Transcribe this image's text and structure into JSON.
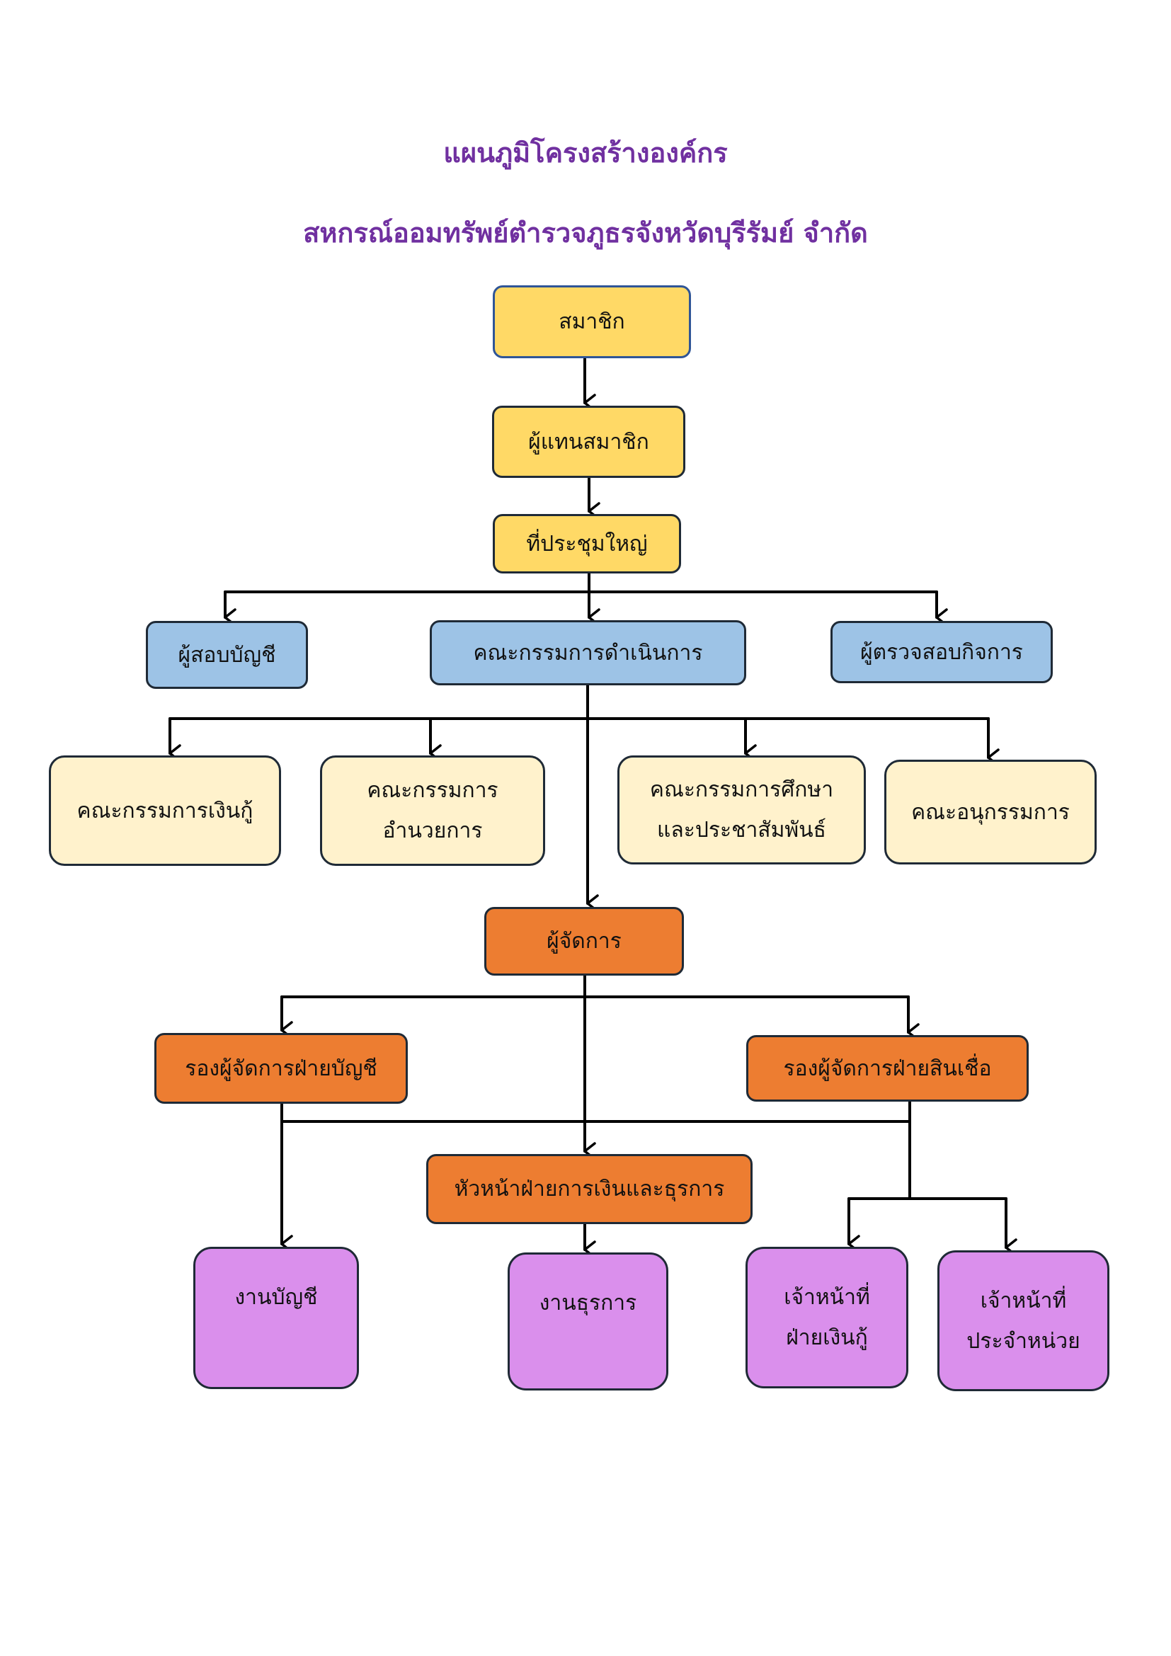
{
  "title": {
    "line1": "แผนภูมิโครงสร้างองค์กร",
    "line2": "สหกรณ์ออมทรัพย์ตำรวจภูธรจังหวัดบุรีรัมย์ จำกัด"
  },
  "boxes": {
    "members": {
      "label": "สมาชิก"
    },
    "member_reps": {
      "label": "ผู้แทนสมาชิก"
    },
    "general_meeting": {
      "label": "ที่ประชุมใหญ่"
    },
    "auditor": {
      "label": "ผู้สอบบัญชี"
    },
    "board": {
      "label": "คณะกรรมการดำเนินการ"
    },
    "inspector": {
      "label": "ผู้ตรวจสอบกิจการ"
    },
    "loan_committee": {
      "label": "คณะกรรมการเงินกู้"
    },
    "admin_committee": {
      "line1": "คณะกรรมการ",
      "line2": "อำนวยการ"
    },
    "education_committee": {
      "line1": "คณะกรรมการศึกษา",
      "line2": "และประชาสัมพันธ์"
    },
    "subcommittee": {
      "label": "คณะอนุกรรมการ"
    },
    "manager": {
      "label": "ผู้จัดการ"
    },
    "deputy_accounting": {
      "label": "รองผู้จัดการฝ่ายบัญชี"
    },
    "deputy_credit": {
      "label": "รองผู้จัดการฝ่ายสินเชื่อ"
    },
    "head_finance": {
      "label": "หัวหน้าฝ่ายการเงินและธุรการ"
    },
    "accounting_work": {
      "label": "งานบัญชี"
    },
    "admin_work": {
      "label": "งานธุรการ"
    },
    "loan_officer": {
      "line1": "เจ้าหน้าที่",
      "line2": "ฝ่ายเงินกู้"
    },
    "unit_officer": {
      "line1": "เจ้าหน้าที่",
      "line2": "ประจำหน่วย"
    }
  },
  "colors": {
    "title": "#7030a0",
    "top_level": "#ffd966",
    "board_level": "#9dc3e6",
    "committees": "#fff2cc",
    "management": "#ed7d31",
    "staff": "#da8fec"
  }
}
